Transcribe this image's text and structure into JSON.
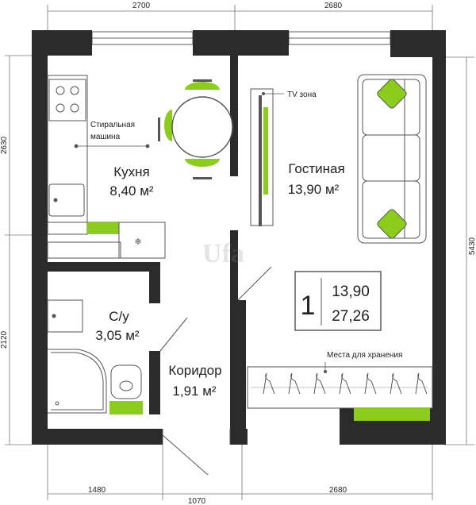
{
  "dimensions": {
    "top_left": "2700",
    "top_right": "2680",
    "left_upper": "2630",
    "left_lower": "2120",
    "right": "5430",
    "bottom_left": "1480",
    "bottom_mid": "1070",
    "bottom_right": "2680"
  },
  "rooms": {
    "kitchen": {
      "name": "Кухня",
      "area": "8,40 м²"
    },
    "living": {
      "name": "Гостиная",
      "area": "13,90 м²"
    },
    "bathroom": {
      "name": "С/у",
      "area": "3,05 м²"
    },
    "corridor": {
      "name": "Коридор",
      "area": "1,91 м²"
    }
  },
  "annotations": {
    "washing_machine_line1": "Стиральная",
    "washing_machine_line2": "машина",
    "tv_zone": "TV зона",
    "storage": "Места для хранения"
  },
  "summary": {
    "rooms_count": "1",
    "living_area": "13,90",
    "total_area": "27,26"
  },
  "colors": {
    "wall": "#2b2b2b",
    "accent": "#8ccc1c",
    "line": "#555555"
  },
  "icons": [
    "stove-icon",
    "sink-icon",
    "dining-table-icon",
    "sofa-icon",
    "bathtub-icon",
    "toilet-icon",
    "fridge-icon",
    "tv-icon",
    "hanger-icon",
    "window-icon"
  ]
}
